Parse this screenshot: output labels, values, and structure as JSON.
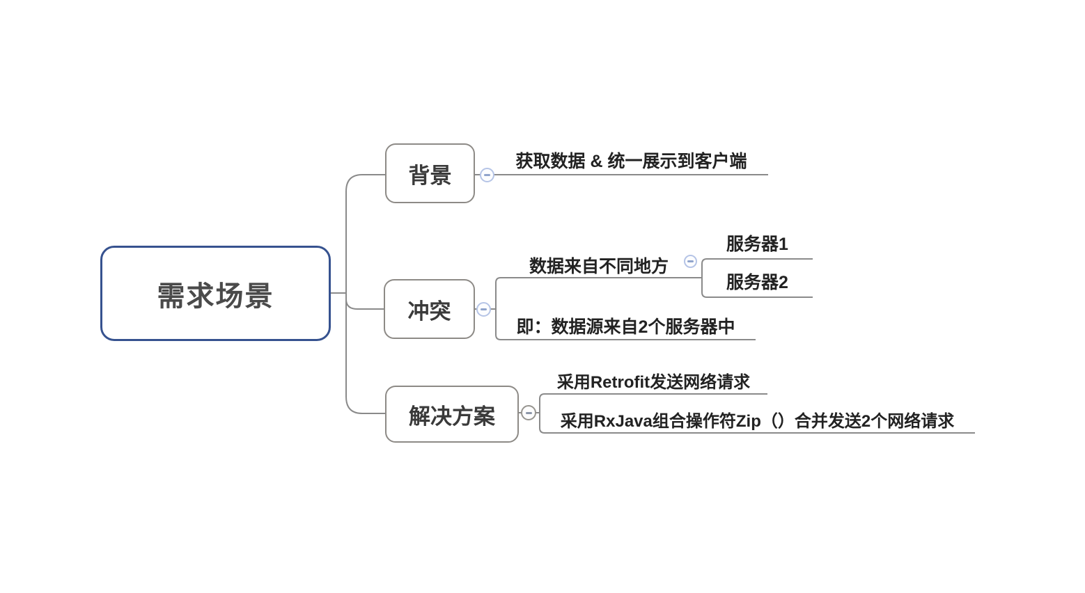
{
  "diagram": {
    "type": "mindmap",
    "direction": "left-to-right"
  },
  "colors": {
    "background": "#ffffff",
    "root_border": "#36528f",
    "branch_border": "#8d8a86",
    "connector_line": "#8a8a8a",
    "root_text": "#4a4a4a",
    "topic_text": "#222222",
    "collapse_border_blue": "#b5c4e6",
    "collapse_border_gray": "#979590",
    "collapse_minus": "#90a4cc"
  },
  "icons": {
    "collapse": "minus-circle-icon"
  },
  "mindmap": {
    "root": {
      "label": "需求场景",
      "children": [
        {
          "label": "背景",
          "collapsed": false,
          "children": [
            {
              "label": "获取数据 & 统一展示到客户端",
              "children": []
            }
          ]
        },
        {
          "label": "冲突",
          "collapsed": false,
          "children": [
            {
              "label": "数据来自不同地方",
              "collapsed": false,
              "children": [
                {
                  "label": "服务器1",
                  "children": []
                },
                {
                  "label": "服务器2",
                  "children": []
                }
              ]
            },
            {
              "label": "即：数据源来自2个服务器中",
              "children": []
            }
          ]
        },
        {
          "label": "解决方案",
          "collapsed": false,
          "children": [
            {
              "label": "采用Retrofit发送网络请求",
              "children": []
            },
            {
              "label": "采用RxJava组合操作符Zip（）合并发送2个网络请求",
              "children": []
            }
          ]
        }
      ]
    }
  }
}
